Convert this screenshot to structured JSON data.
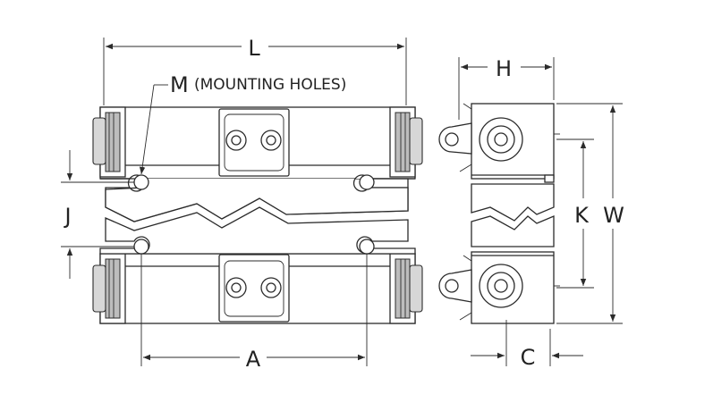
{
  "labels": {
    "L": "L",
    "M": "M",
    "mounting_note": "(MOUNTING HOLES)",
    "J": "J",
    "A": "A",
    "H": "H",
    "K": "K",
    "W": "W",
    "C": "C"
  }
}
